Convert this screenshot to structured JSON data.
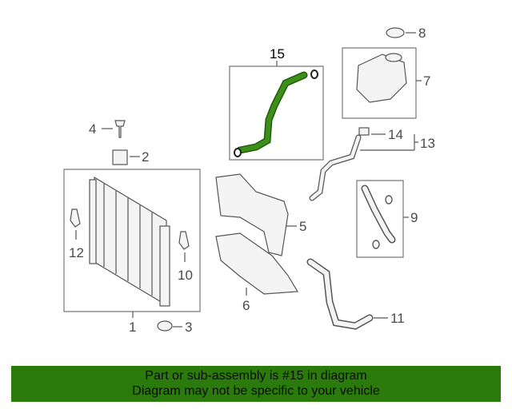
{
  "callouts": {
    "n1": "1",
    "n2": "2",
    "n3": "3",
    "n4": "4",
    "n5": "5",
    "n6": "6",
    "n7": "7",
    "n8": "8",
    "n9": "9",
    "n10": "10",
    "n11": "11",
    "n12": "12",
    "n13": "13",
    "n14": "14",
    "n15": "15"
  },
  "banner": {
    "line1": "Part or sub-assembly is #15 in diagram",
    "line2": "Diagram may not be specific to your vehicle"
  },
  "colors": {
    "highlight_part": "#2f7a12",
    "banner_background": "#2a7a0c",
    "linework": "#555555"
  }
}
